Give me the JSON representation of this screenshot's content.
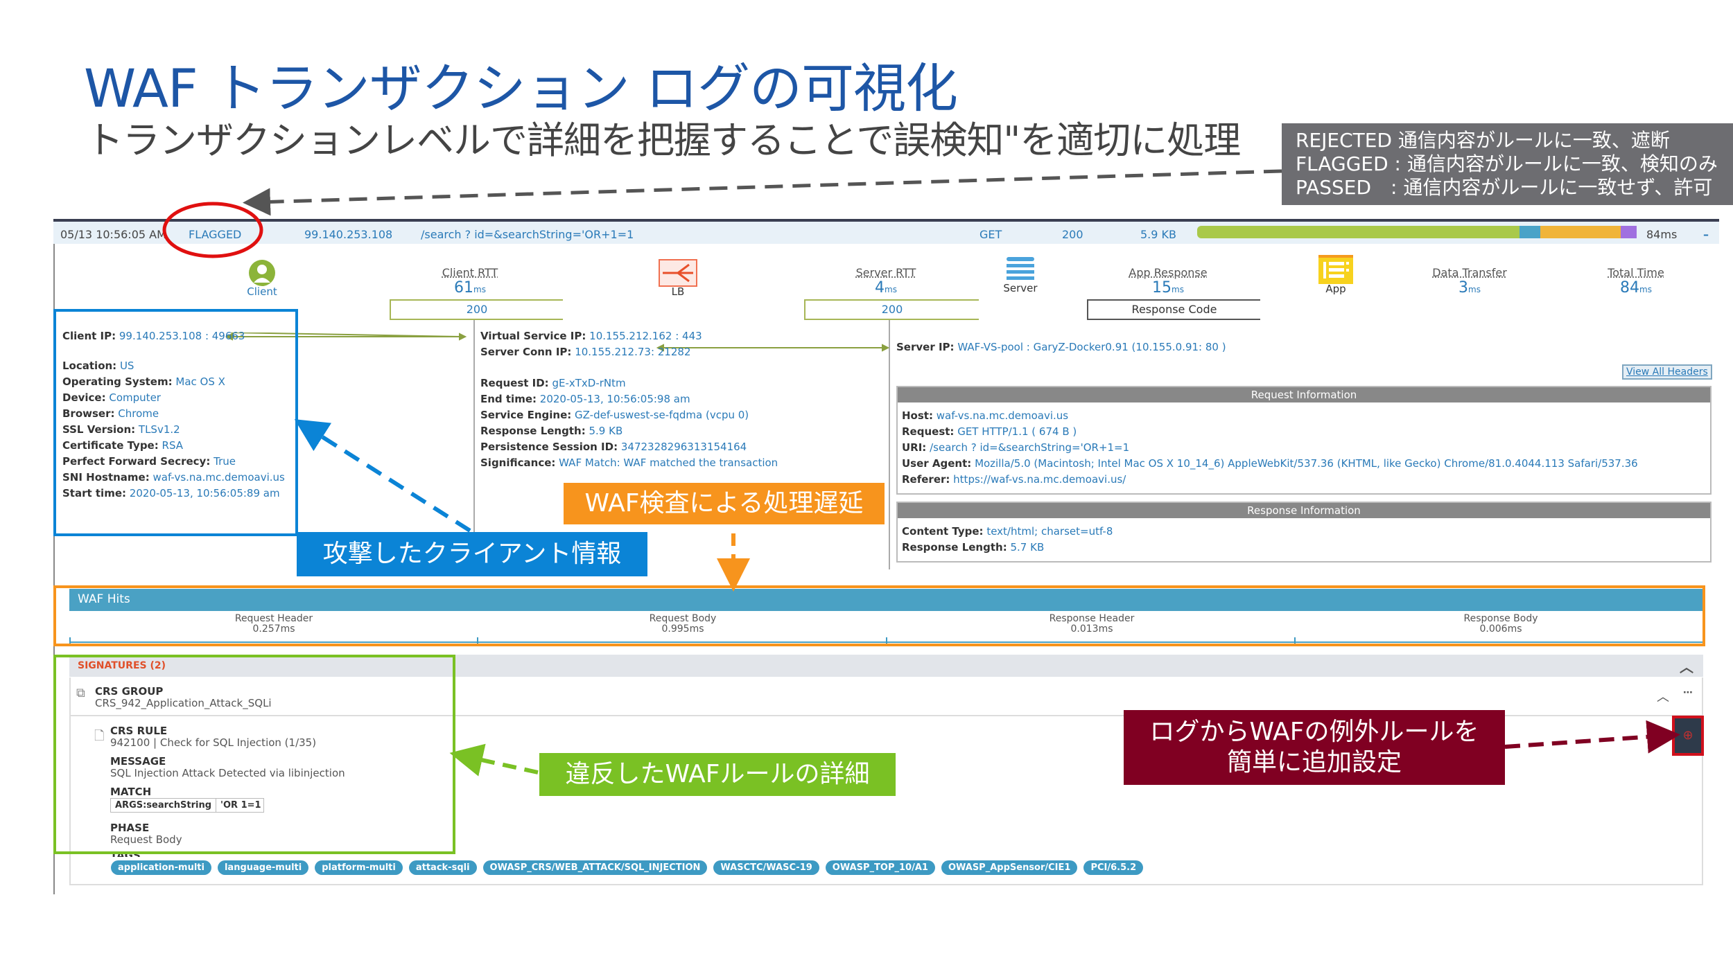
{
  "slide": {
    "title": "WAF トランザクション ログの可視化",
    "subtitle": "トランザクションレベルで詳細を把握することで誤検知\"を適切に処理",
    "legend": [
      "REJECTED 通信内容がルールに一致、遮断",
      "FLAGGED : 通信内容がルールに一致、検知のみ",
      "PASSED　: 通信内容がルールに一致せず、許可"
    ],
    "callouts": {
      "client": "攻撃したクライアント情報",
      "latency": "WAF検査による処理遅延",
      "rule": "違反したWAFルールの詳細",
      "exception": "ログからWAFの例外ルールを\n簡単に追加設定"
    },
    "colors": {
      "title": "#1d56a6",
      "client_box": "#0b84d6",
      "latency_box": "#f7941d",
      "rule_box": "#7ac124",
      "exception_box": "#800022",
      "flag_circle": "#e01010"
    }
  },
  "log_row": {
    "time": "05/13 10:56:05 AM",
    "status": "FLAGGED",
    "client_ip": "99.140.253.108",
    "uri": "/search ? id=&searchString='OR+1=1",
    "method": "GET",
    "code": "200",
    "size": "5.9 KB",
    "total": "84ms",
    "timing_bar": [
      {
        "name": "client",
        "fraction": 0.726,
        "color": "#a9c94a"
      },
      {
        "name": "server",
        "fraction": 0.048,
        "color": "#4aa3c8"
      },
      {
        "name": "app",
        "fraction": 0.18,
        "color": "#f0b43a"
      },
      {
        "name": "transfer",
        "fraction": 0.036,
        "color": "#a070e0"
      }
    ]
  },
  "flow": {
    "client": "Client",
    "lb": "LB",
    "server": "Server",
    "app": "App",
    "client_rtt": {
      "label": "Client RTT",
      "value": "61",
      "unit": "ms"
    },
    "server_rtt": {
      "label": "Server RTT",
      "value": "4",
      "unit": "ms"
    },
    "app_response": {
      "label": "App Response",
      "value": "15",
      "unit": "ms"
    },
    "data_transfer": {
      "label": "Data Transfer",
      "value": "3",
      "unit": "ms"
    },
    "total_time": {
      "label": "Total Time",
      "value": "84",
      "unit": "ms"
    },
    "code1": "200",
    "code2": "200",
    "response_code_label": "Response Code"
  },
  "client_info": [
    {
      "k": "Client IP:",
      "v": "99.140.253.108 : 49663"
    },
    {
      "k": "Location:",
      "v": "US"
    },
    {
      "k": "Operating System:",
      "v": "Mac OS X"
    },
    {
      "k": "Device:",
      "v": "Computer"
    },
    {
      "k": "Browser:",
      "v": "Chrome"
    },
    {
      "k": "SSL Version:",
      "v": "TLSv1.2"
    },
    {
      "k": "Certificate Type:",
      "v": "RSA"
    },
    {
      "k": "Perfect Forward Secrecy:",
      "v": "True"
    },
    {
      "k": "SNI Hostname:",
      "v": "waf-vs.na.mc.demoavi.us"
    },
    {
      "k": "Start time:",
      "v": "2020-05-13, 10:56:05:89 am"
    }
  ],
  "vs_info": [
    {
      "k": "Virtual Service IP:",
      "v": "10.155.212.162 : 443"
    },
    {
      "k": "Server Conn IP:",
      "v": "10.155.212.73: 21282"
    },
    {
      "k": "Request ID:",
      "v": "gE-xTxD-rNtm"
    },
    {
      "k": "End time:",
      "v": "2020-05-13, 10:56:05:98 am"
    },
    {
      "k": "Service Engine:",
      "v": "GZ-def-uswest-se-fqdma (vcpu 0)"
    },
    {
      "k": "Response Length:",
      "v": "5.9 KB"
    },
    {
      "k": "Persistence Session ID:",
      "v": "3472328296313154164"
    },
    {
      "k": "Significance:",
      "v": "WAF Match: WAF matched the transaction"
    }
  ],
  "server_ip": {
    "k": "Server IP:",
    "v": "WAF-VS-pool : GaryZ-Docker0.91 (10.155.0.91: 80 )"
  },
  "view_all_headers": "View All Headers",
  "request_info": {
    "title": "Request Information",
    "rows": [
      {
        "k": "Host:",
        "v": "waf-vs.na.mc.demoavi.us"
      },
      {
        "k": "Request:",
        "v": "GET HTTP/1.1 ( 674 B )"
      },
      {
        "k": "URI:",
        "v": "/search ? id=&searchString='OR+1=1"
      },
      {
        "k": "User Agent:",
        "v": "Mozilla/5.0 (Macintosh; Intel Mac OS X 10_14_6) AppleWebKit/537.36 (KHTML, like Gecko) Chrome/81.0.4044.113 Safari/537.36"
      },
      {
        "k": "Referer:",
        "v": "https://waf-vs.na.mc.demoavi.us/"
      }
    ]
  },
  "response_info": {
    "title": "Response Information",
    "rows": [
      {
        "k": "Content Type:",
        "v": "text/html; charset=utf-8"
      },
      {
        "k": "Response Length:",
        "v": "5.7 KB"
      }
    ]
  },
  "waf_hits": {
    "title": "WAF Hits",
    "phases": [
      {
        "label": "Request Header",
        "value": "0.257ms"
      },
      {
        "label": "Request Body",
        "value": "0.995ms"
      },
      {
        "label": "Response Header",
        "value": "0.013ms"
      },
      {
        "label": "Response Body",
        "value": "0.006ms"
      }
    ]
  },
  "signatures": {
    "title": "SIGNATURES (2)",
    "group_label": "CRS GROUP",
    "group": "CRS_942_Application_Attack_SQLi",
    "rule_label": "CRS RULE",
    "rule": "942100 | Check for SQL Injection (1/35)",
    "message_label": "MESSAGE",
    "message": "SQL Injection Attack Detected via libinjection",
    "match_label": "MATCH",
    "match_key": "ARGS:searchString",
    "match_val": "'OR 1=1",
    "phase_label": "PHASE",
    "phase": "Request Body",
    "tags_label": "TAGS",
    "tags": [
      "application-multi",
      "language-multi",
      "platform-multi",
      "attack-sqli",
      "OWASP_CRS/WEB_ATTACK/SQL_INJECTION",
      "WASCTC/WASC-19",
      "OWASP_TOP_10/A1",
      "OWASP_AppSensor/CIE1",
      "PCI/6.5.2"
    ]
  }
}
